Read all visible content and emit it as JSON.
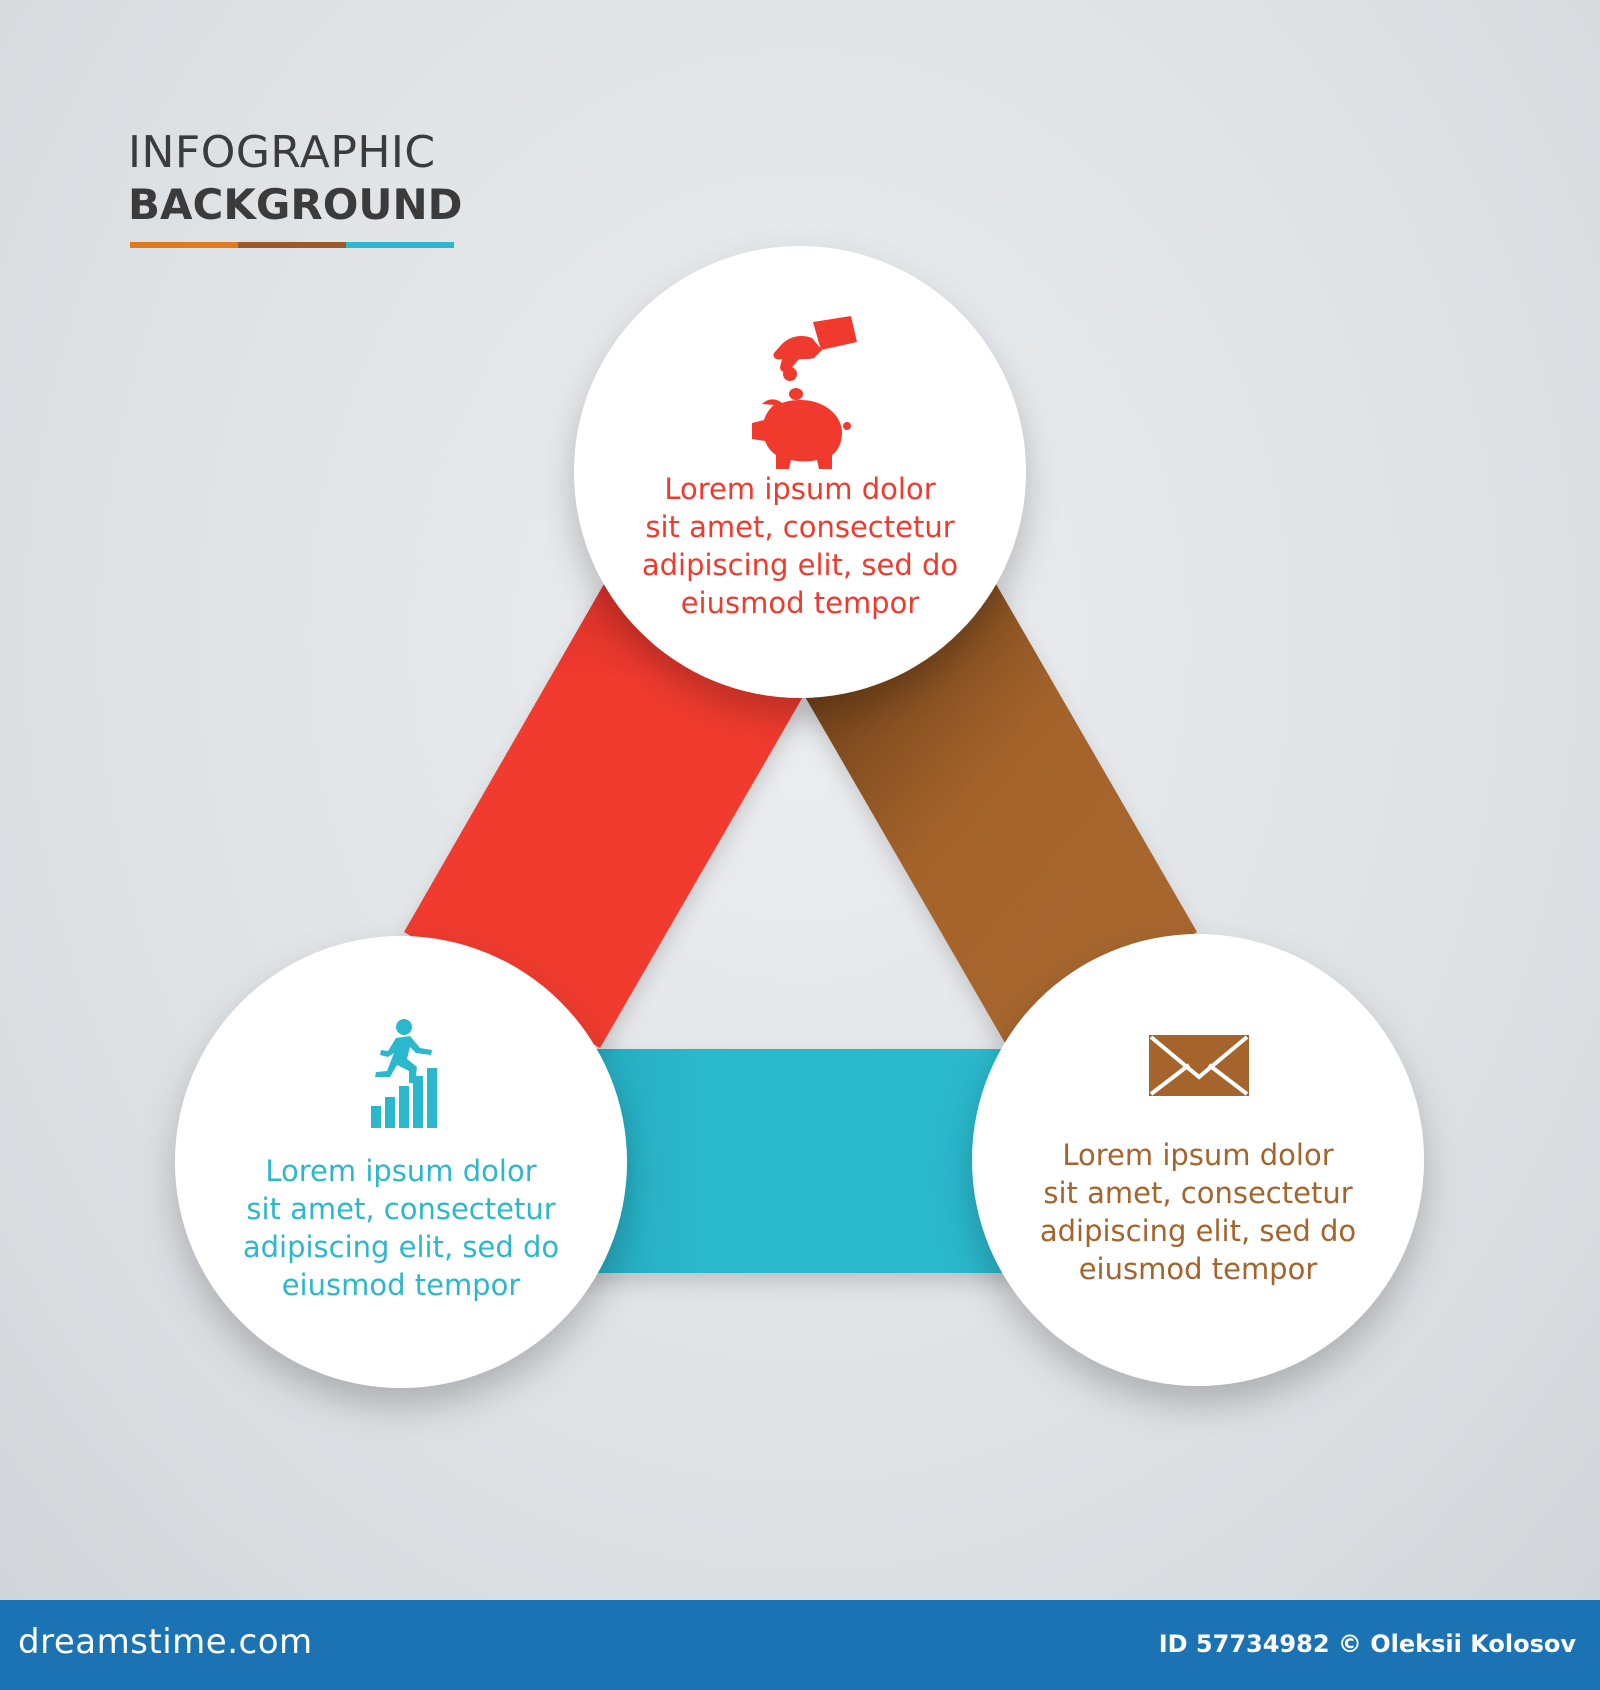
{
  "title": {
    "line1": "INFOGRAPHIC",
    "line2": "BACKGROUND",
    "underline_colors": [
      "#e07a1d",
      "#9a5a2c",
      "#2ab8cc"
    ]
  },
  "colors": {
    "red": "#f03a2e",
    "brown": "#a5642c",
    "teal": "#2cb8cc",
    "circle": "#ffffff",
    "background": "#e2e5e8",
    "footer": "#1c73b3"
  },
  "nodes": [
    {
      "id": "top",
      "icon": "piggy-bank-coin-icon",
      "color": "#f03a2e",
      "lines": [
        "Lorem ipsum dolor",
        "sit amet, consectetur",
        "adipiscing elit, sed do",
        "eiusmod tempor"
      ]
    },
    {
      "id": "left",
      "icon": "running-man-growth-chart-icon",
      "color": "#2cb8cc",
      "lines": [
        "Lorem ipsum dolor",
        "sit amet, consectetur",
        "adipiscing elit, sed do",
        "eiusmod tempor"
      ]
    },
    {
      "id": "right",
      "icon": "envelope-icon",
      "color": "#a5642c",
      "lines": [
        "Lorem ipsum dolor",
        "sit amet, consectetur",
        "adipiscing elit, sed do",
        "eiusmod tempor"
      ]
    }
  ],
  "footer": {
    "brand": "dreamstime.com",
    "credit": "ID 57734982 © Oleksii Kolosov"
  }
}
